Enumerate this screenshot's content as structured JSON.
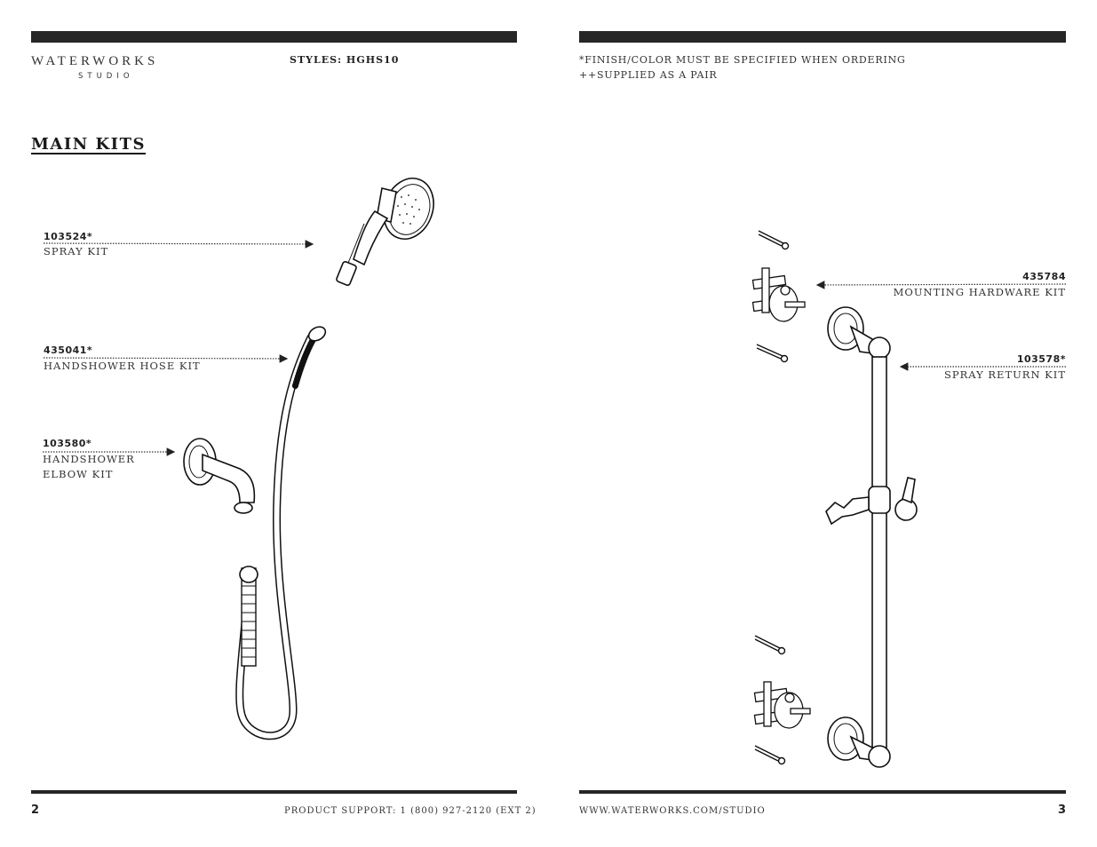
{
  "brand": {
    "name": "WATERWORKS",
    "sub": "STUDIO"
  },
  "header": {
    "styles_label": "STYLES:  HGHS10",
    "note_finish": "*FINISH/COLOR MUST BE SPECIFIED WHEN ORDERING",
    "note_pair": "++SUPPLIED AS A PAIR"
  },
  "section_title": "MAIN KITS",
  "parts": [
    {
      "number": "103524*",
      "name": "SPRAY KIT"
    },
    {
      "number": "435041*",
      "name": "HANDSHOWER HOSE KIT"
    },
    {
      "number": "103580*",
      "name_line1": "HANDSHOWER",
      "name_line2": "ELBOW KIT"
    },
    {
      "number": "435784",
      "name": "MOUNTING HARDWARE KIT"
    },
    {
      "number": "103578*",
      "name": "SPRAY RETURN KIT"
    }
  ],
  "footer": {
    "left_page_number": "2",
    "support": "PRODUCT SUPPORT: 1 (800) 927-2120 (EXT 2)",
    "website": "WWW.WATERWORKS.COM/STUDIO",
    "right_page_number": "3"
  }
}
